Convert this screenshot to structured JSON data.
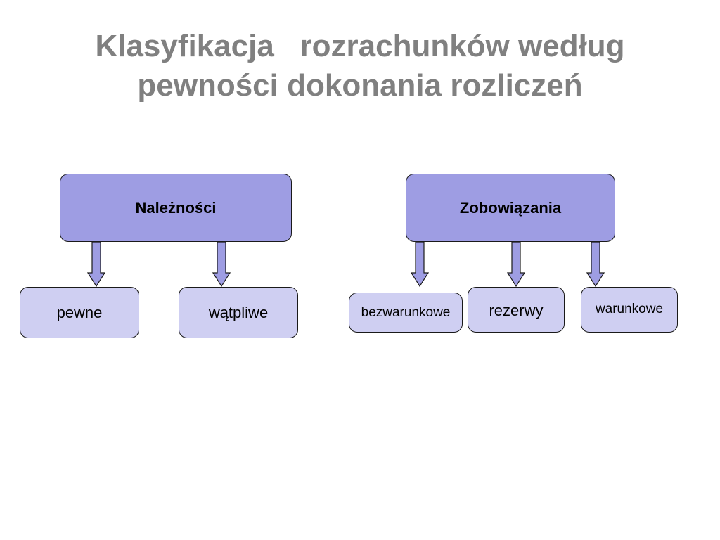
{
  "title": {
    "line1": "Klasyfikacja   rozrachunków według",
    "line2": "pewności dokonania rozliczeń"
  },
  "diagram": {
    "left": {
      "parent": "Należności",
      "children": [
        "pewne",
        "wątpliwe"
      ]
    },
    "right": {
      "parent": "Zobowiązania",
      "children": [
        "bezwarunkowe",
        "rezerwy",
        "warunkowe"
      ]
    }
  },
  "colors": {
    "title": "#808080",
    "parent_fill": "#9e9de3",
    "child_fill": "#cfcff2",
    "arrow_fill": "#9e9de3",
    "outline": "#1a1a1a"
  }
}
